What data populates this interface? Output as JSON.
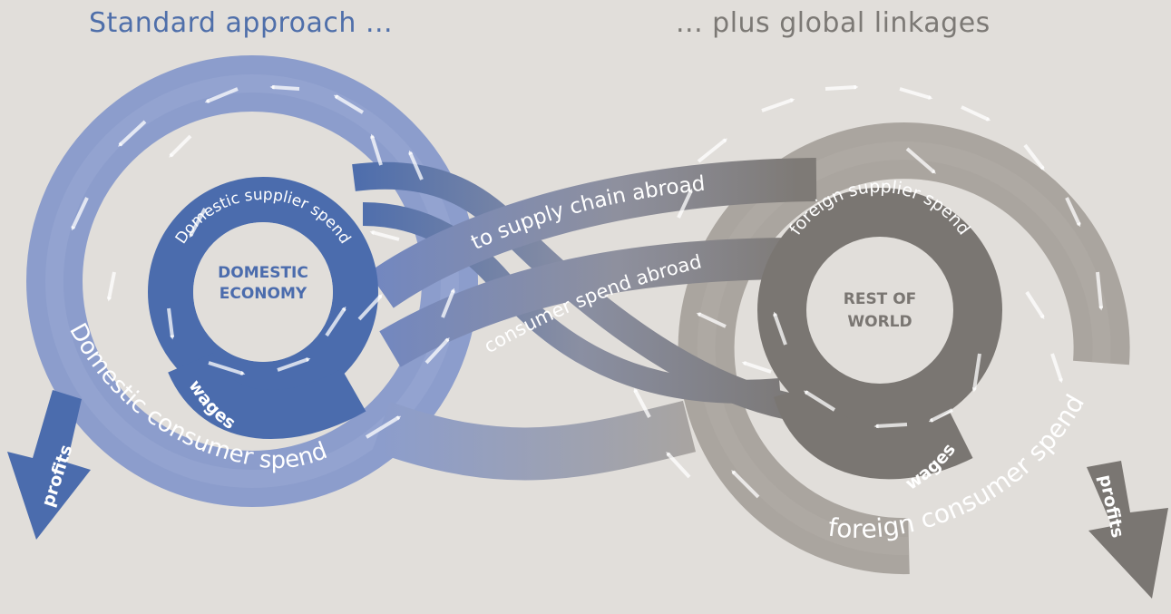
{
  "titles": {
    "left": "Standard approach ...",
    "right": "... plus global linkages"
  },
  "domestic": {
    "center_line1": "DOMESTIC",
    "center_line2": "ECONOMY",
    "supplier_spend": "Domestic supplier spend",
    "consumer_spend": "Domestic consumer spend",
    "wages": "wages",
    "profits": "profits"
  },
  "foreign": {
    "center_line1": "REST OF",
    "center_line2": "WORLD",
    "supplier_spend": "foreign supplier spend",
    "consumer_spend": "foreign consumer spend",
    "wages": "wages",
    "profits": "profits"
  },
  "links": {
    "supply_chain_abroad": "to supply chain abroad",
    "consumer_spend_abroad": "consumer spend abroad"
  },
  "colors": {
    "background": "#e1deda",
    "domestic_light": "#8c9dcc",
    "domestic_dark": "#4b6cad",
    "foreign_light": "#aaa59f",
    "foreign_dark": "#7a7672",
    "title_left": "#4f6faa",
    "title_right": "#7c7975"
  }
}
